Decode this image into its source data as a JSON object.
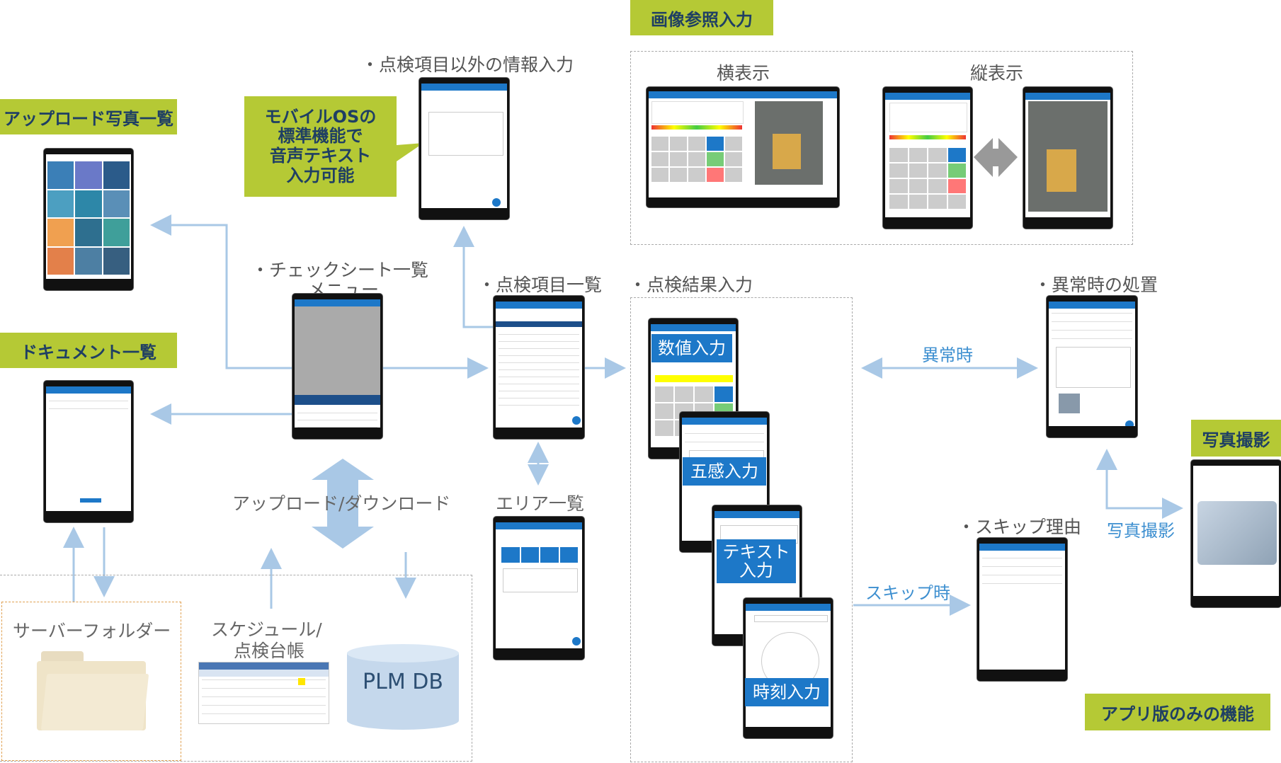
{
  "labels": {
    "image_ref_input": "画像参照入力",
    "landscape": "横表示",
    "portrait": "縦表示",
    "info_input": "・点検項目以外の情報入力",
    "mobile_os_note": "モバイルOSの\n標準機能で\n音声テキスト\n入力可能",
    "upload_photo_list": "アップロード写真一覧",
    "checksheet_menu_line1": "・チェックシート一覧",
    "checksheet_menu_line2": "メニュー",
    "inspection_items": "・点検項目一覧",
    "inspection_result": "・点検結果入力",
    "abnormal_action": "・異常時の処置",
    "document_list": "ドキュメント一覧",
    "upload_download": "アップロード/ダウンロード",
    "area_list": "エリア一覧",
    "abnormal_when": "異常時",
    "skip_reason": "・スキップ理由",
    "skip_when": "スキップ時",
    "photo_capture_tag": "写真撮影",
    "photo_capture_label": "写真撮影",
    "server_folder": "サーバーフォルダー",
    "schedule_line1": "スケジュール/",
    "schedule_line2": "点検台帳",
    "plm_db": "PLM DB",
    "app_only": "アプリ版のみの機能",
    "numeric_input": "数値入力",
    "five_senses_input": "五感入力",
    "text_input": "テキスト\n入力",
    "time_input": "時刻入力"
  },
  "colors": {
    "tag_bg": "#b5c935",
    "tag_text": "#1f3f63",
    "accent_blue": "#1d78c8",
    "arrow_blue": "#a9c8e6",
    "label_blue": "#3d8fd0"
  }
}
